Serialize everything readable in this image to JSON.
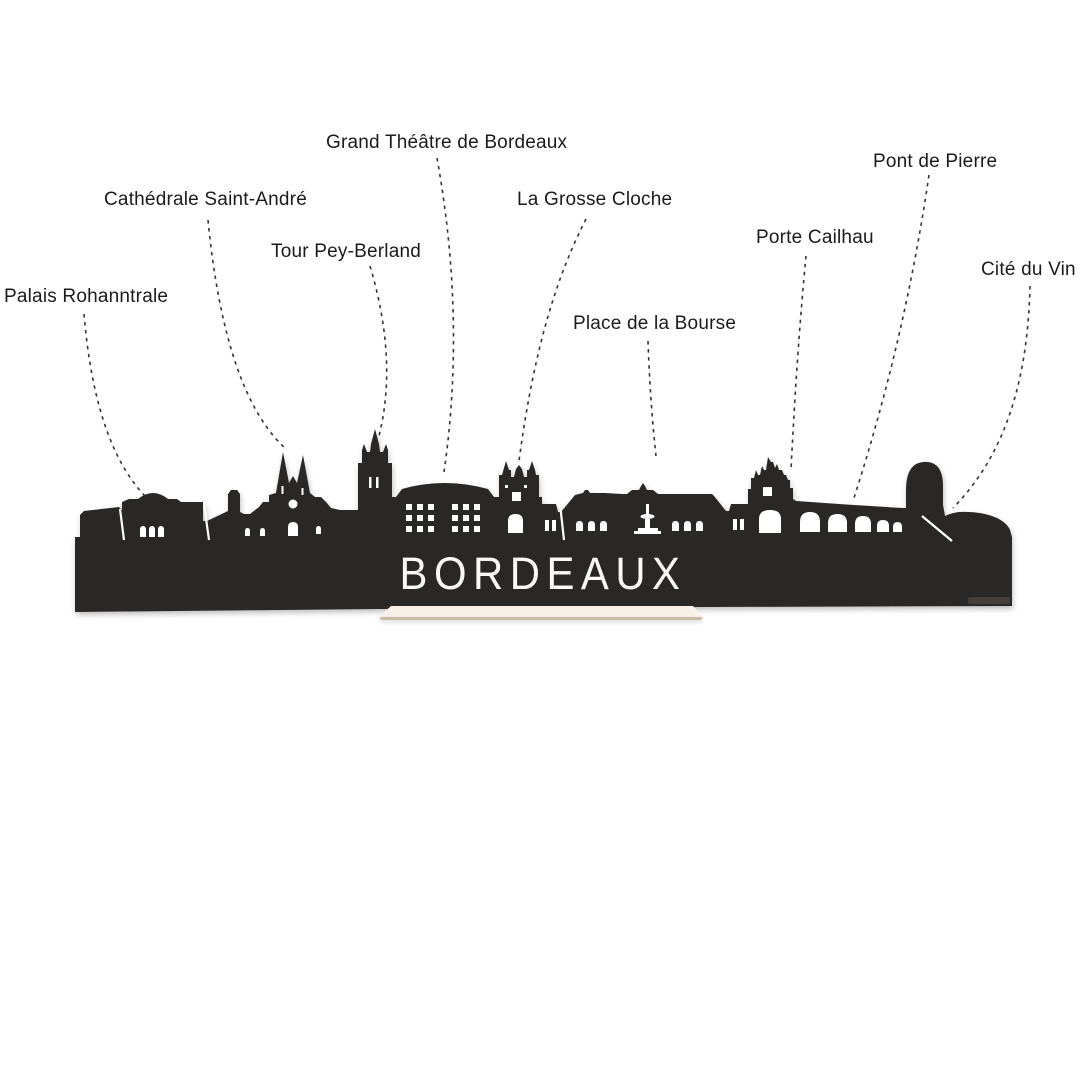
{
  "image_type": "annotated skyline silhouette product",
  "product": {
    "city_name": "BORDEAUX",
    "silhouette_color": "#2a2727",
    "stand_color": "#f8f1ea",
    "background_color": "#ffffff"
  },
  "landmarks": [
    {
      "id": "grand-theatre-de-bordeaux",
      "label": "Grand Théâtre de Bordeaux"
    },
    {
      "id": "pont-de-pierre",
      "label": "Pont de Pierre"
    },
    {
      "id": "cathedrale-saint-andre",
      "label": "Cathédrale Saint-André"
    },
    {
      "id": "la-grosse-cloche",
      "label": "La Grosse Cloche"
    },
    {
      "id": "porte-cailhau",
      "label": "Porte Cailhau"
    },
    {
      "id": "tour-pey-berland",
      "label": "Tour Pey-Berland"
    },
    {
      "id": "cite-du-vin",
      "label": "Cité du Vin"
    },
    {
      "id": "palais-rohanntrale",
      "label": "Palais Rohanntrale"
    },
    {
      "id": "place-de-la-bourse",
      "label": "Place de la Bourse"
    }
  ]
}
